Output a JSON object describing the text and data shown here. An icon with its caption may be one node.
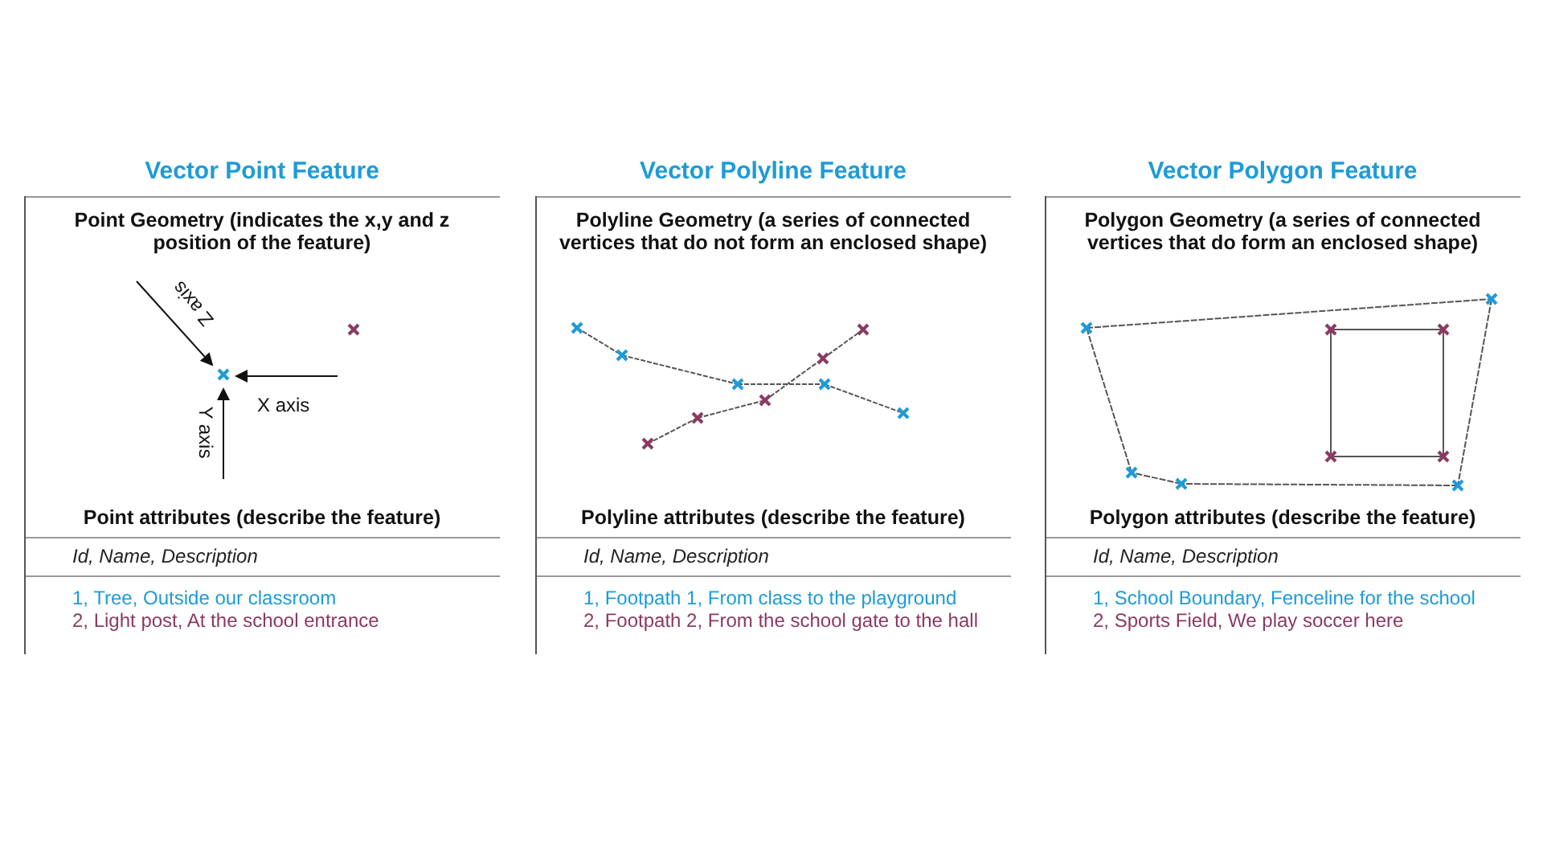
{
  "diagram": {
    "nodes": [
      {
        "text": [
          "Vector Point Feature",
          "Point Geometry (indicates the x,y and z position of the feature)",
          "Point attributes (describe the feature)",
          "Id, Name, Description",
          "1, Tree, Outside our classroom",
          "2, Light post, At the school entrance"
        ]
      },
      {
        "text": [
          "Vector Polyline Feature",
          "Polyline Geometry (a series of connected vertices that do not form an enclosed shape)",
          "Polyline attributes (describe the feature)",
          "Id, Name, Description",
          "1, Footpath 1, From class to the playground",
          "2, Footpath 2, From the school gate to the hall"
        ]
      },
      {
        "text": [
          "Vector Polygon Feature",
          "Polygon Geometry (a series of connected vertices that do form an enclosed shape)",
          "Polygon attributes (describe the feature)",
          "Id, Name, Description",
          "1, School Boundary, Fenceline for the school",
          "2, Sports Field, We play soccer here"
        ]
      }
    ],
    "labels": [
      "Z axis",
      "X axis",
      "Y axis"
    ]
  }
}
